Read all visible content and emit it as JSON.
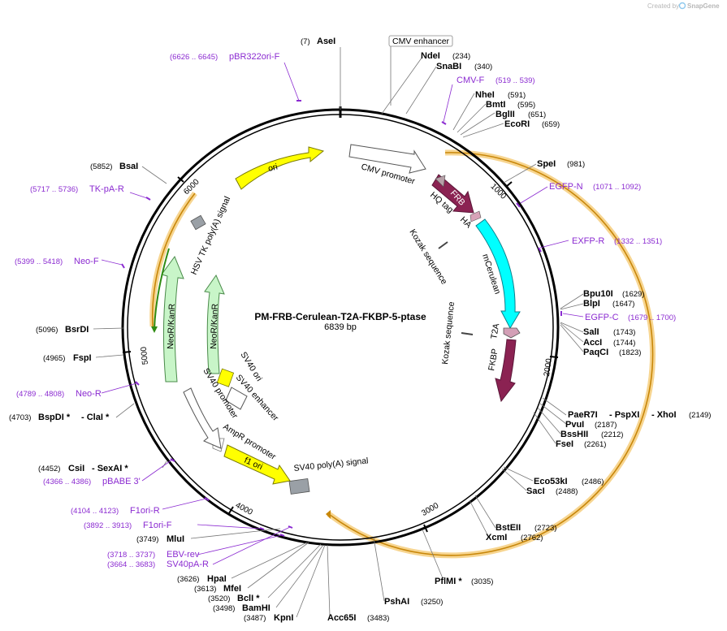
{
  "credit": {
    "created_by": "Created by",
    "brand": "SnapGene"
  },
  "plasmid": {
    "name": "PM-FRB-Cerulean-T2A-FKBP-5-ptase",
    "size": "6839 bp"
  },
  "ticks": [
    "1000",
    "2000",
    "3000",
    "4000",
    "5000",
    "6000"
  ],
  "sites": [
    {
      "name": "AseI",
      "pos": "(7)"
    },
    {
      "name": "NdeI",
      "pos": "(234)"
    },
    {
      "name": "SnaBI",
      "pos": "(340)"
    },
    {
      "name": "NheI",
      "pos": "(591)"
    },
    {
      "name": "BmtI",
      "pos": "(595)"
    },
    {
      "name": "BglII",
      "pos": "(651)"
    },
    {
      "name": "EcoRI",
      "pos": "(659)"
    },
    {
      "name": "SpeI",
      "pos": "(981)"
    },
    {
      "name": "Bpu10I",
      "pos": "(1629)"
    },
    {
      "name": "BlpI",
      "pos": "(1647)"
    },
    {
      "name": "SalI",
      "pos": "(1743)"
    },
    {
      "name": "AccI",
      "pos": "(1744)"
    },
    {
      "name": "PaqCI",
      "pos": "(1823)"
    },
    {
      "name": "PaeR7I",
      "pos": ""
    },
    {
      "name": "- PspXI",
      "pos": ""
    },
    {
      "name": "- XhoI",
      "pos": "(2149)"
    },
    {
      "name": "PvuI",
      "pos": "(2187)"
    },
    {
      "name": "BssHII",
      "pos": "(2212)"
    },
    {
      "name": "FseI",
      "pos": "(2261)"
    },
    {
      "name": "Eco53kI",
      "pos": "(2486)"
    },
    {
      "name": "SacI",
      "pos": "(2488)"
    },
    {
      "name": "BstEII",
      "pos": "(2723)"
    },
    {
      "name": "XcmI",
      "pos": "(2762)"
    },
    {
      "name": "PflMI *",
      "pos": "(3035)"
    },
    {
      "name": "PshAI",
      "pos": "(3250)"
    },
    {
      "name": "Acc65I",
      "pos": "(3483)"
    },
    {
      "name": "KpnI",
      "pos": "(3487)"
    },
    {
      "name": "BamHI",
      "pos": "(3498)"
    },
    {
      "name": "BclI *",
      "pos": "(3520)"
    },
    {
      "name": "MfeI",
      "pos": "(3613)"
    },
    {
      "name": "HpaI",
      "pos": "(3626)"
    },
    {
      "name": "MluI",
      "pos": "(3749)"
    },
    {
      "name": "CsiI",
      "pos": "(4452)"
    },
    {
      "name": "- SexAI *",
      "pos": ""
    },
    {
      "name": "BspDI *",
      "pos": "(4703)"
    },
    {
      "name": "- ClaI *",
      "pos": ""
    },
    {
      "name": "FspI",
      "pos": "(4965)"
    },
    {
      "name": "BsrDI",
      "pos": "(5096)"
    },
    {
      "name": "BsaI",
      "pos": "(5852)"
    }
  ],
  "primers": [
    {
      "name": "pBR322ori-F",
      "range": "(6626 .. 6645)"
    },
    {
      "name": "CMV-F",
      "range": "(519 .. 539)"
    },
    {
      "name": "EGFP-N",
      "range": "(1071 .. 1092)"
    },
    {
      "name": "EXFP-R",
      "range": "(1332 .. 1351)"
    },
    {
      "name": "EGFP-C",
      "range": "(1679 .. 1700)"
    },
    {
      "name": "TK-pA-R",
      "range": "(5717 .. 5736)"
    },
    {
      "name": "Neo-F",
      "range": "(5399 .. 5418)"
    },
    {
      "name": "Neo-R",
      "range": "(4789 .. 4808)"
    },
    {
      "name": "pBABE 3'",
      "range": "(4366 .. 4386)"
    },
    {
      "name": "F1ori-R",
      "range": "(4104 .. 4123)"
    },
    {
      "name": "F1ori-F",
      "range": "(3892 .. 3913)"
    },
    {
      "name": "EBV-rev",
      "range": "(3718 .. 3737)"
    },
    {
      "name": "SV40pA-R",
      "range": "(3664 .. 3683)"
    }
  ],
  "features": [
    {
      "name": "CMV enhancer"
    },
    {
      "name": "CMV promoter"
    },
    {
      "name": "FRB"
    },
    {
      "name": "HQ tag"
    },
    {
      "name": "HA"
    },
    {
      "name": "Kozak sequence"
    },
    {
      "name": "mCerulean"
    },
    {
      "name": "Kozak sequence"
    },
    {
      "name": "T2A"
    },
    {
      "name": "FKBP"
    },
    {
      "name": "SV40 poly(A) signal"
    },
    {
      "name": "f1 ori"
    },
    {
      "name": "AmpR promoter"
    },
    {
      "name": "SV40 promoter"
    },
    {
      "name": "SV40 ori"
    },
    {
      "name": "SV40 enhancer"
    },
    {
      "name": "NeoR/KanR"
    },
    {
      "name": "NeoR/KanR"
    },
    {
      "name": "HSV TK poly(A) signal"
    },
    {
      "name": "ori"
    }
  ],
  "colors": {
    "backbone": "#000000",
    "ori": "#ffff00",
    "cerulean": "#00ffff",
    "fkbp": "#8b2252",
    "neo": "#c8f5c8",
    "promoter": "#ffffff",
    "primer": "#8b2bd1",
    "insert_band": "#f5c673",
    "insert_line": "#c8870a",
    "terminator": "#9aa0a6",
    "green_line": "#2e8b12"
  }
}
